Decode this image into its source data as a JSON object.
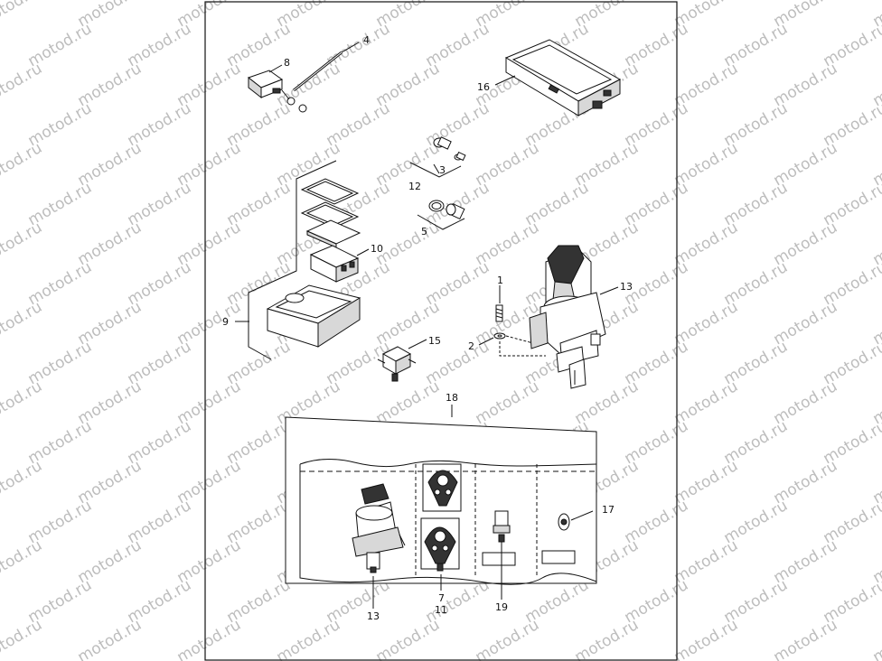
{
  "watermark": {
    "text": "motod.ru",
    "color": "#bdbdbd"
  },
  "frame": {
    "border_color": "#111111",
    "background": "#ffffff"
  },
  "callouts": {
    "c1": "1",
    "c2": "2",
    "c3": "3",
    "c4": "4",
    "c5": "5",
    "c7": "7",
    "c8": "8",
    "c9": "9",
    "c10": "10",
    "c11": "11",
    "c12": "12",
    "c13_top": "13",
    "c13_bottom": "13",
    "c15": "15",
    "c16": "16",
    "c17": "17",
    "c18": "18",
    "c19": "19"
  }
}
